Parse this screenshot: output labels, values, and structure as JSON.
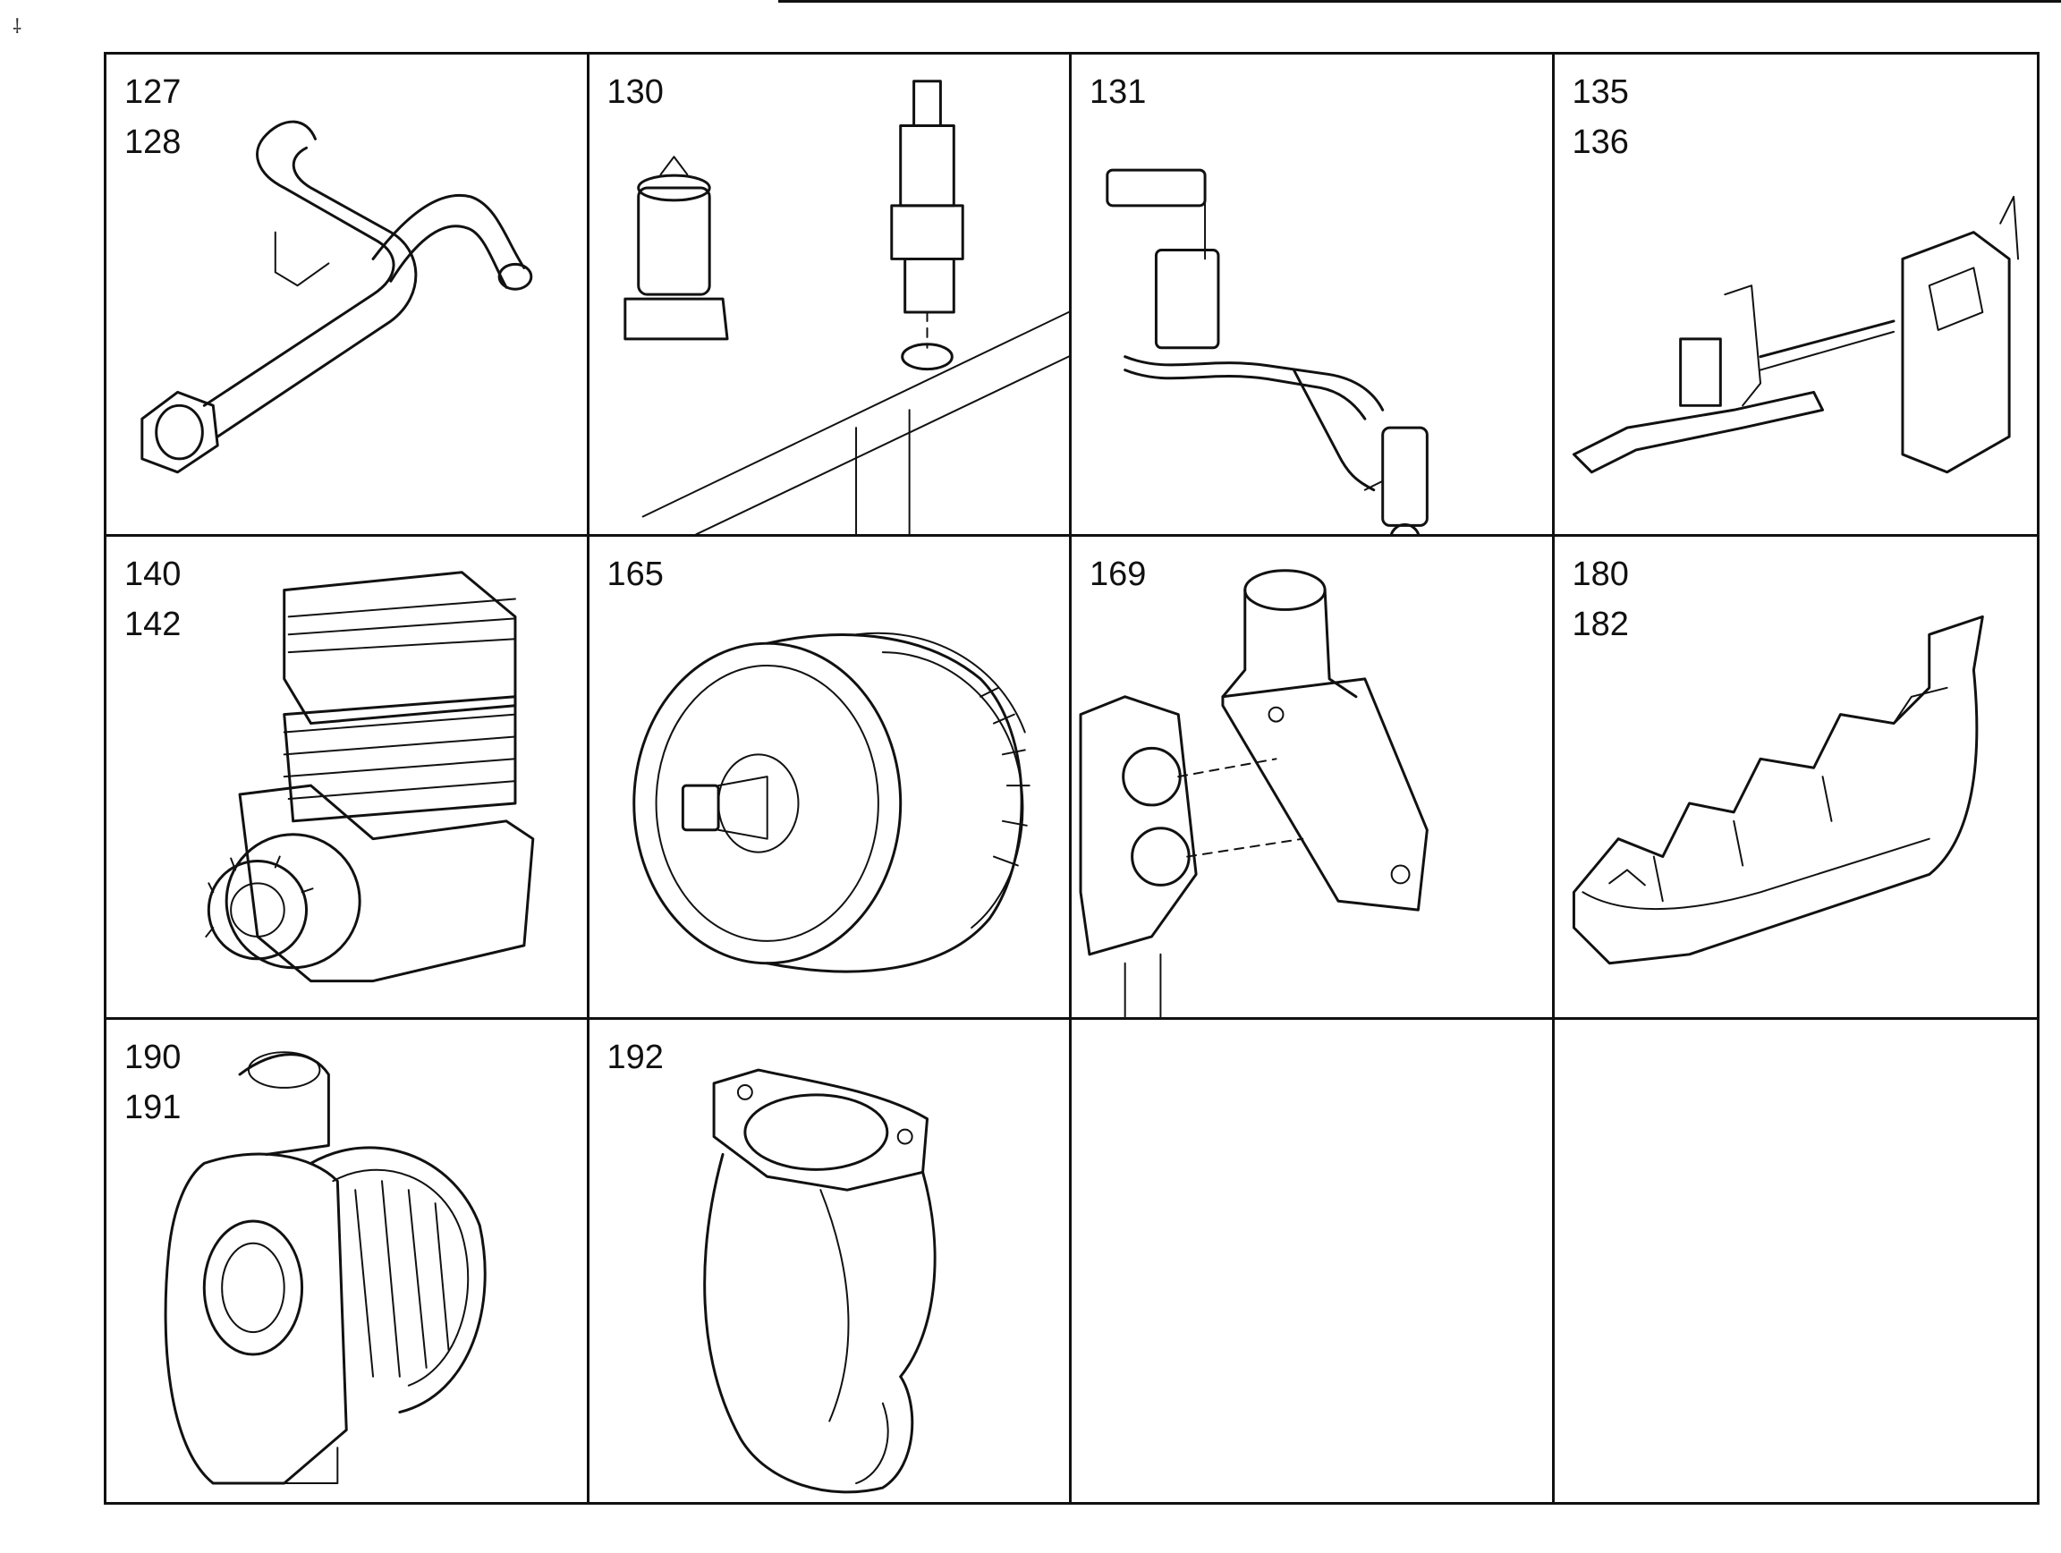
{
  "page": {
    "corner_mark": "⸸"
  },
  "cells": [
    {
      "refs": [
        "127",
        "128"
      ],
      "part_icon": "exhaust-pipe-icon"
    },
    {
      "refs": [
        "130"
      ],
      "part_icon": "sensor-plug-icon"
    },
    {
      "refs": [
        "131"
      ],
      "part_icon": "sensor-harness-icon"
    },
    {
      "refs": [
        "135",
        "136"
      ],
      "part_icon": "linkage-bracket-icon"
    },
    {
      "refs": [
        "140",
        "142"
      ],
      "part_icon": "air-compressor-icon"
    },
    {
      "refs": [
        "165"
      ],
      "part_icon": "fan-clutch-icon"
    },
    {
      "refs": [
        "169"
      ],
      "part_icon": "coolant-outlet-icon"
    },
    {
      "refs": [
        "180",
        "182"
      ],
      "part_icon": "exhaust-manifold-icon"
    },
    {
      "refs": [
        "190",
        "191"
      ],
      "part_icon": "turbocharger-icon"
    },
    {
      "refs": [
        "192"
      ],
      "part_icon": "exhaust-elbow-icon"
    },
    {
      "refs": [],
      "part_icon": ""
    },
    {
      "refs": [],
      "part_icon": ""
    }
  ]
}
